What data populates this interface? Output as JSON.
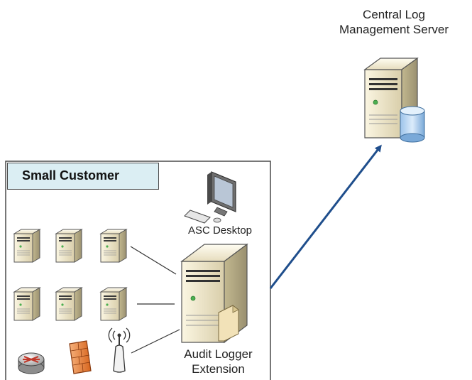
{
  "labels": {
    "central_server": "Central Log\nManagement Server",
    "small_customer": "Small Customer",
    "asc_desktop": "ASC Desktop",
    "audit_logger": "Audit Logger\nExtension"
  },
  "icons": {
    "central_server": "server-with-database-icon",
    "audit_logger": "server-with-document-icon",
    "desktop": "desktop-computer-icon",
    "servers": "server-tower-icon",
    "router": "router-icon",
    "firewall": "firewall-icon",
    "wireless": "wireless-access-point-icon"
  },
  "colors": {
    "container_header_fill": "#dbeef3",
    "arrow": "#1f4e8c",
    "border": "#4a4a4a"
  }
}
